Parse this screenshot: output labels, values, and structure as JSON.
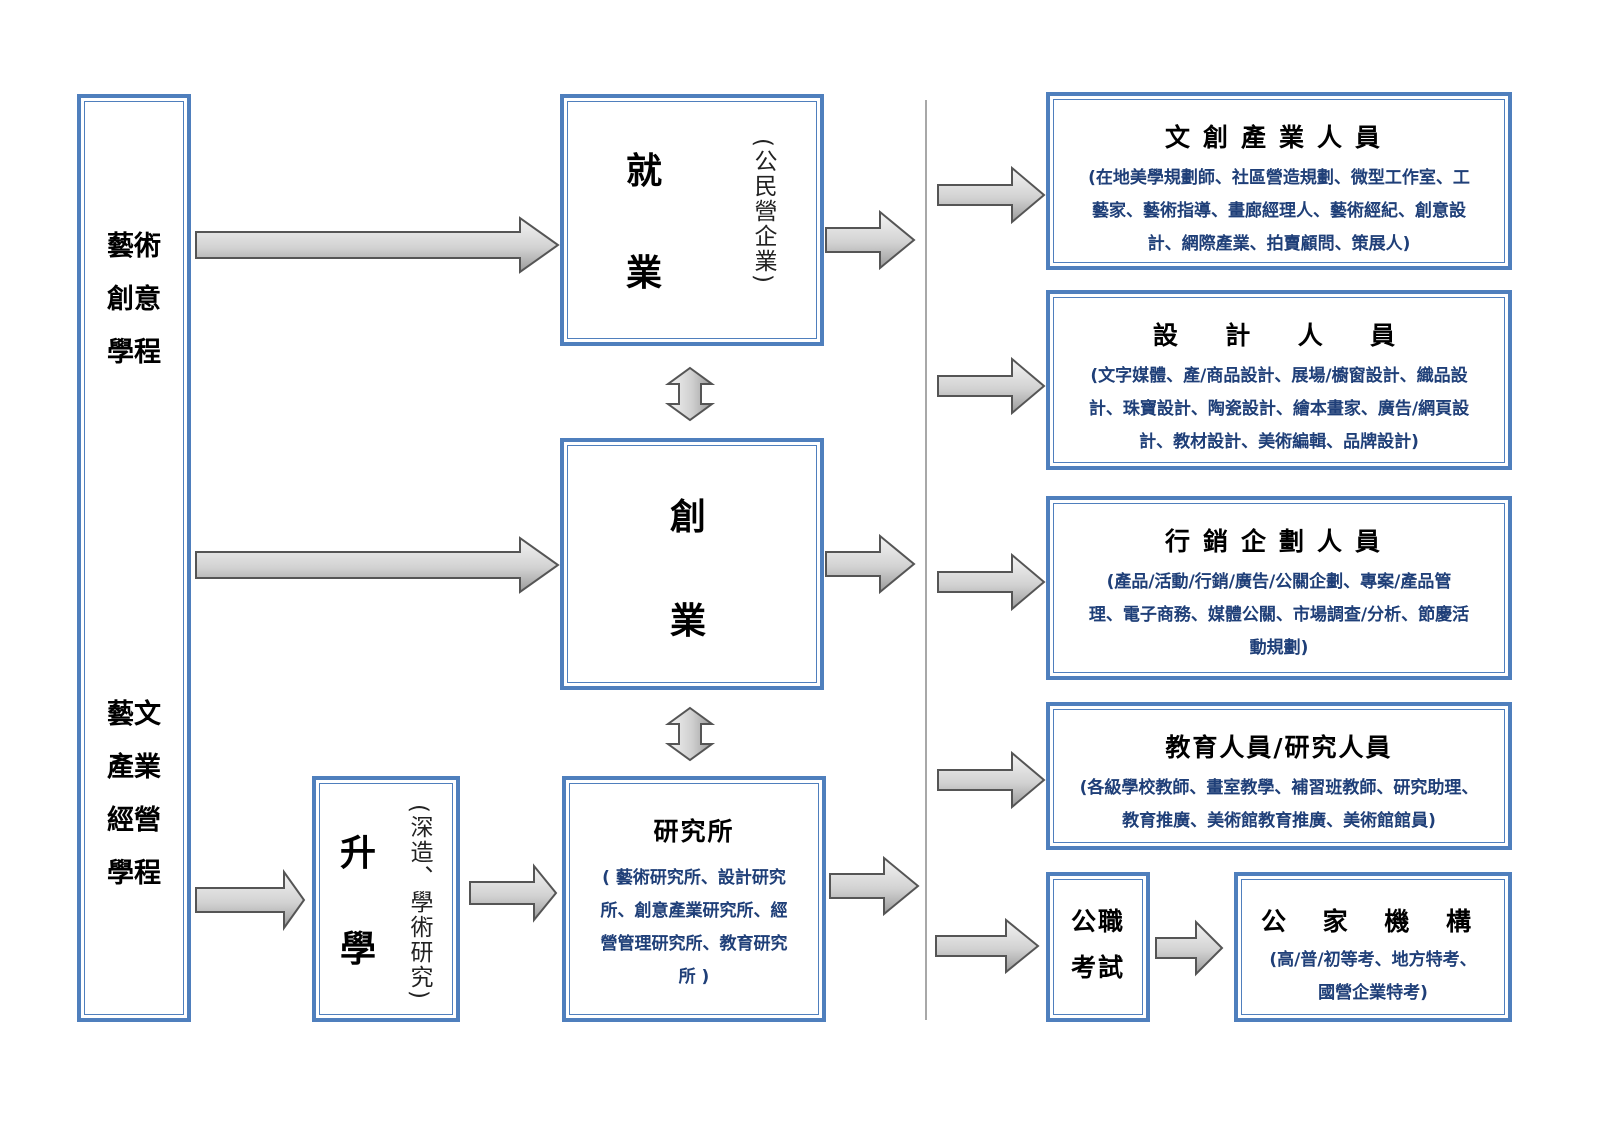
{
  "left": {
    "program1": [
      "藝術",
      "創意",
      "學程"
    ],
    "program2": [
      "藝文",
      "產業",
      "經營",
      "學程"
    ]
  },
  "middle": {
    "employment": {
      "label1": "就",
      "label2": "業",
      "note": "(公民營企業)"
    },
    "startup": {
      "label1": "創",
      "label2": "業"
    },
    "further_study": {
      "label1": "升",
      "label2": "學",
      "note": "(深造、學術研究)"
    },
    "graduate": {
      "title": "研究所",
      "desc": [
        "( 藝術研究所、設計研究",
        "所、創意產業研究所、經",
        "營管理研究所、教育研究",
        "所 )"
      ]
    }
  },
  "right": {
    "cultural": {
      "title": "文創產業人員",
      "desc": [
        "(在地美學規劃師、社區營造規劃、微型工作室、工",
        "藝家、藝術指導、畫廊經理人、藝術經紀、創意設",
        "計、網際產業、拍賣顧問、策展人)"
      ]
    },
    "design": {
      "title": "設  計  人  員",
      "desc": [
        "(文字媒體、產/商品設計、展場/櫥窗設計、織品設",
        "計、珠寶設計、陶瓷設計、繪本畫家、廣告/網頁設",
        "計、教材設計、美術編輯、品牌設計)"
      ]
    },
    "marketing": {
      "title": "行銷企劃人員",
      "desc": [
        "(產品/活動/行銷/廣告/公關企劃、專案/產品管",
        "理、電子商務、媒體公關、市場調查/分析、節慶活",
        "動規劃)"
      ]
    },
    "education": {
      "title": "教育人員/研究人員",
      "desc": [
        "(各級學校教師、畫室教學、補習班教師、研究助理、",
        "教育推廣、美術館教育推廣、美術館館員)"
      ]
    },
    "exam": {
      "label1": "公職",
      "label2": "考試"
    },
    "public": {
      "title": "公 家 機 構",
      "desc": [
        "(高/普/初等考、地方特考、",
        "國營企業特考)"
      ]
    }
  }
}
